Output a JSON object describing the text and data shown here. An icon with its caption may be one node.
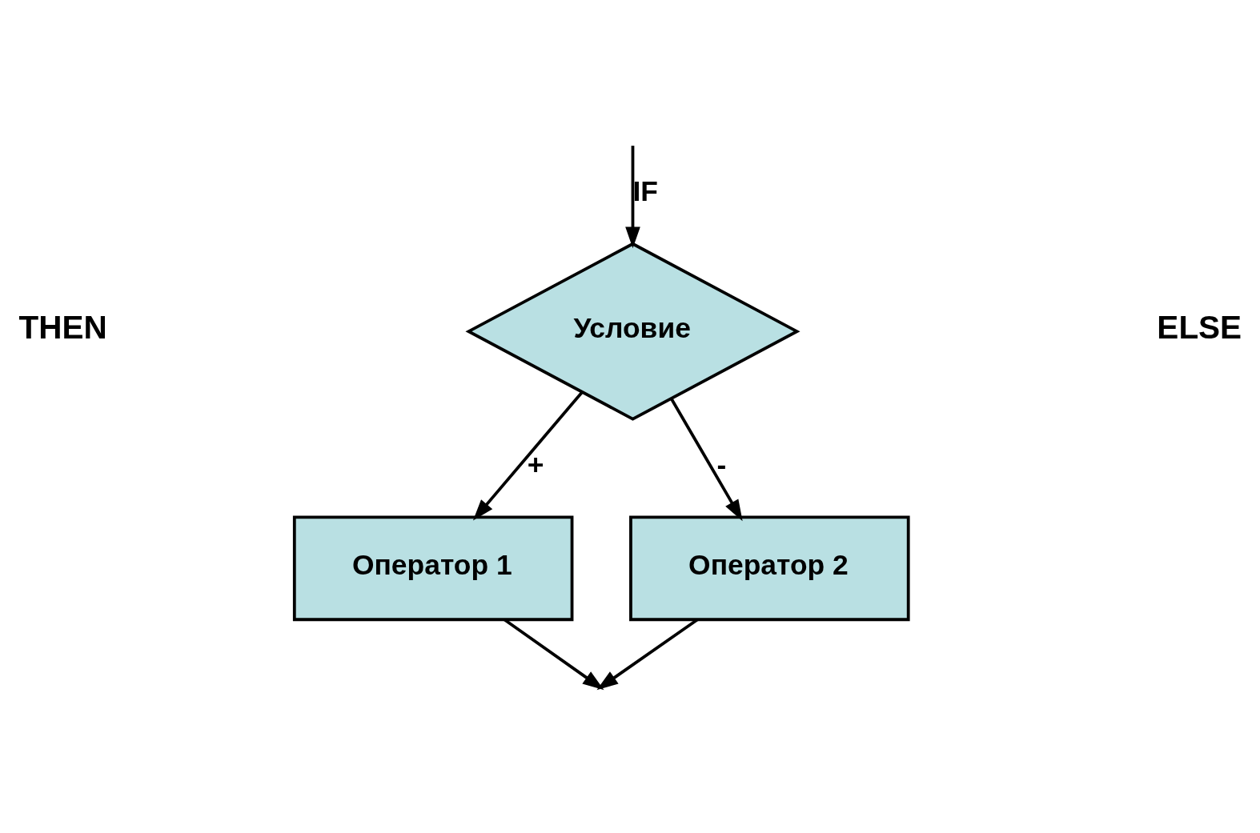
{
  "diagram": {
    "nodes": [
      {
        "text": [
          "Условие"
        ]
      },
      {
        "text": [
          "Оператор 1"
        ]
      },
      {
        "text": [
          "Оператор 2"
        ]
      }
    ],
    "edges": [
      {
        "from": null,
        "to": 0,
        "arrow": "to",
        "label": "IF"
      },
      {
        "from": 0,
        "to": 1,
        "arrow": "to",
        "label": "+"
      },
      {
        "from": 0,
        "to": 2,
        "arrow": "to",
        "label": "-"
      },
      {
        "from": 1,
        "to": null,
        "arrow": "to"
      },
      {
        "from": 2,
        "to": null,
        "arrow": "to"
      }
    ],
    "labels": [
      "THEN",
      "ELSE"
    ]
  }
}
